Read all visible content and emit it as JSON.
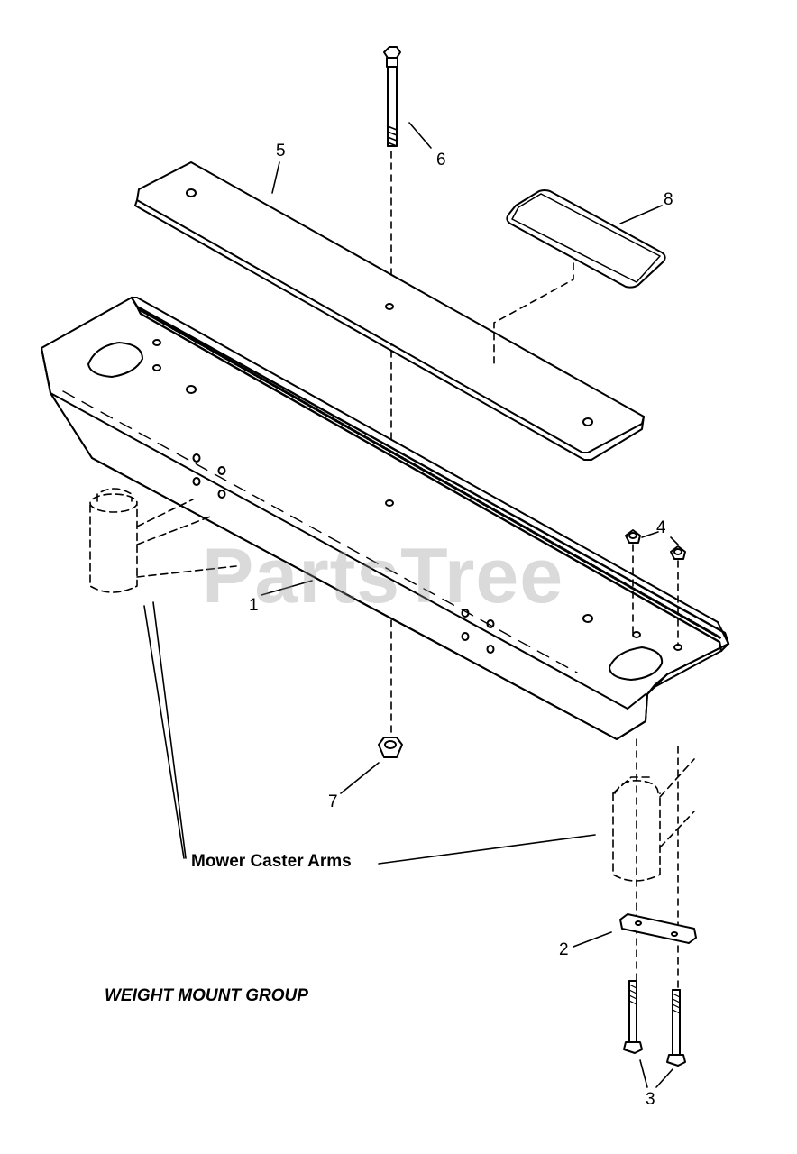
{
  "diagram": {
    "group_title": "WEIGHT MOUNT GROUP",
    "caption": "Mower Caster Arms",
    "watermark": "PartsTree",
    "callouts": {
      "c1": "1",
      "c2": "2",
      "c3": "3",
      "c4": "4",
      "c5": "5",
      "c6": "6",
      "c7": "7",
      "c8": "8"
    }
  }
}
